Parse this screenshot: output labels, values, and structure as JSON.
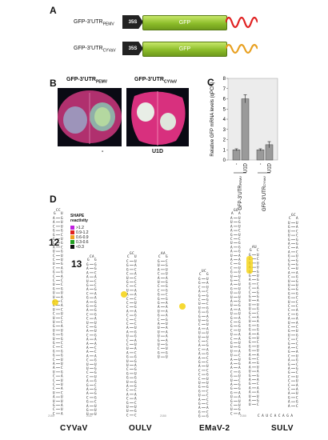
{
  "panels": {
    "A": "A",
    "B": "B",
    "C": "C",
    "D": "D"
  },
  "panelA": {
    "construct1": {
      "prefix": "GFP-3’UTR",
      "subscript": "PEMV",
      "promoter": "35S",
      "gene": "GFP",
      "tail_color": "#e02020"
    },
    "construct2": {
      "prefix": "GFP-3’UTR",
      "subscript": "CYVaV",
      "promoter": "35S",
      "gene": "GFP",
      "tail_color": "#e8a020"
    }
  },
  "panelB": {
    "leaf1_title": "GFP-3’UTR",
    "leaf1_sub": "PEMV",
    "leaf2_title": "GFP-3’UTR",
    "leaf2_sub": "CYVaV",
    "minus": "-",
    "u1d": "U1D"
  },
  "chart_data": {
    "type": "bar",
    "ylabel": "Relative GFP mRNA levels (qPCR)",
    "ylim": [
      0,
      8
    ],
    "yticks": [
      "0",
      "1",
      "2",
      "3",
      "4",
      "5",
      "6",
      "7",
      "8"
    ],
    "groups": [
      {
        "name": "GFP-3’UTR",
        "sub": "PEMV",
        "bars": [
          {
            "label": "-",
            "value": 1.0,
            "err": 0.1
          },
          {
            "label": "U1D",
            "value": 6.0,
            "err": 0.4
          }
        ]
      },
      {
        "name": "GFP-3’UTR",
        "sub": "CYVaV",
        "bars": [
          {
            "label": "-",
            "value": 1.0,
            "err": 0.1
          },
          {
            "label": "U1D",
            "value": 1.5,
            "err": 0.3
          }
        ]
      }
    ]
  },
  "panelD": {
    "legend_title_1": "SHAPE",
    "legend_title_2": "reactivity",
    "legend": [
      {
        "label": ">1.2",
        "color": "#c020e0"
      },
      {
        "label": "0.9-1.2",
        "color": "#e02020"
      },
      {
        "label": "0.6-0.9",
        "color": "#f0a020"
      },
      {
        "label": "0.3-0.6",
        "color": "#20a020"
      },
      {
        "label": "<0.3",
        "color": "#111111"
      }
    ],
    "hairpin_numbers": [
      "12",
      "13"
    ],
    "names": [
      "CYVaV",
      "OULV",
      "EMaV-2",
      "SULV"
    ],
    "pos_labels": [
      "2150",
      "2147",
      "2150",
      "2150"
    ],
    "sulv_tail": "C A U C A C A G A"
  }
}
